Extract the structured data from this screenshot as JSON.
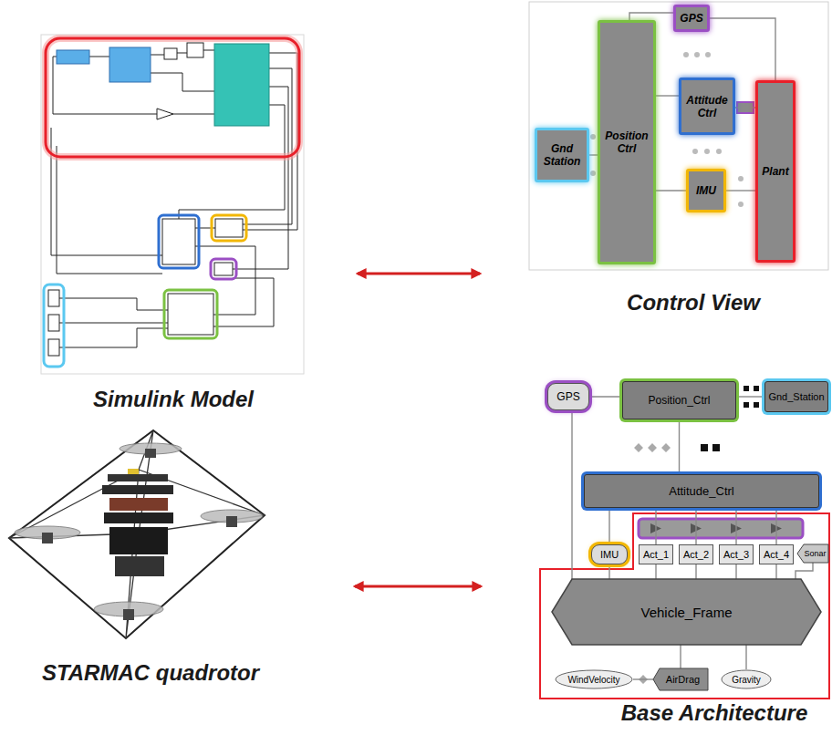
{
  "diagram": {
    "nodes": [
      {
        "text": [
          "GPS"
        ]
      },
      {
        "text": [
          "Gnd Station"
        ]
      },
      {
        "text": [
          "Position Ctrl"
        ]
      },
      {
        "text": [
          "Attitude Ctrl"
        ]
      },
      {
        "text": [
          "IMU"
        ]
      },
      {
        "text": [
          "Plant"
        ]
      },
      {
        "text": [
          "GPS"
        ]
      },
      {
        "text": [
          "Position_Ctrl"
        ]
      },
      {
        "text": [
          "Gnd_Station"
        ]
      },
      {
        "text": [
          "Attitude_Ctrl"
        ]
      },
      {
        "text": [
          "IMU"
        ]
      },
      {
        "text": [
          "Act_1"
        ]
      },
      {
        "text": [
          "Act_2"
        ]
      },
      {
        "text": [
          "Act_3"
        ]
      },
      {
        "text": [
          "Act_4"
        ]
      },
      {
        "text": [
          "Sonar"
        ]
      },
      {
        "text": [
          "Vehicle_Frame"
        ]
      },
      {
        "text": [
          "WindVelocity"
        ]
      },
      {
        "text": [
          "AirDrag"
        ]
      },
      {
        "text": [
          "Gravity"
        ]
      }
    ],
    "edges": [
      {
        "from": 1,
        "to": 2,
        "arrow": "none"
      },
      {
        "from": 0,
        "to": 2,
        "arrow": "none"
      },
      {
        "from": 2,
        "to": 3,
        "arrow": "none"
      },
      {
        "from": 4,
        "to": 2,
        "arrow": "none"
      },
      {
        "from": 3,
        "to": 5,
        "arrow": "none"
      },
      {
        "from": 5,
        "to": 4,
        "arrow": "none"
      },
      {
        "from": 5,
        "to": 0,
        "arrow": "none"
      },
      {
        "from": 6,
        "to": 7,
        "arrow": "none"
      },
      {
        "from": 7,
        "to": 8,
        "arrow": "none"
      },
      {
        "from": 7,
        "to": 9,
        "arrow": "none"
      },
      {
        "from": 9,
        "to": 11,
        "arrow": "none"
      },
      {
        "from": 9,
        "to": 12,
        "arrow": "none"
      },
      {
        "from": 9,
        "to": 13,
        "arrow": "none"
      },
      {
        "from": 9,
        "to": 14,
        "arrow": "none"
      },
      {
        "from": 10,
        "to": 9,
        "arrow": "none"
      },
      {
        "from": 6,
        "to": 16,
        "arrow": "none"
      },
      {
        "from": 10,
        "to": 16,
        "arrow": "none"
      },
      {
        "from": 11,
        "to": 16,
        "arrow": "none"
      },
      {
        "from": 12,
        "to": 16,
        "arrow": "none"
      },
      {
        "from": 13,
        "to": 16,
        "arrow": "none"
      },
      {
        "from": 14,
        "to": 16,
        "arrow": "none"
      },
      {
        "from": 15,
        "to": 16,
        "arrow": "none"
      },
      {
        "from": 17,
        "to": 18,
        "arrow": "none"
      },
      {
        "from": 18,
        "to": 16,
        "arrow": "none"
      },
      {
        "from": 19,
        "to": 16,
        "arrow": "none"
      }
    ],
    "labels": [
      "Simulink Model",
      "Control View",
      "STARMAC quadrotor",
      "Base Architecture"
    ]
  }
}
